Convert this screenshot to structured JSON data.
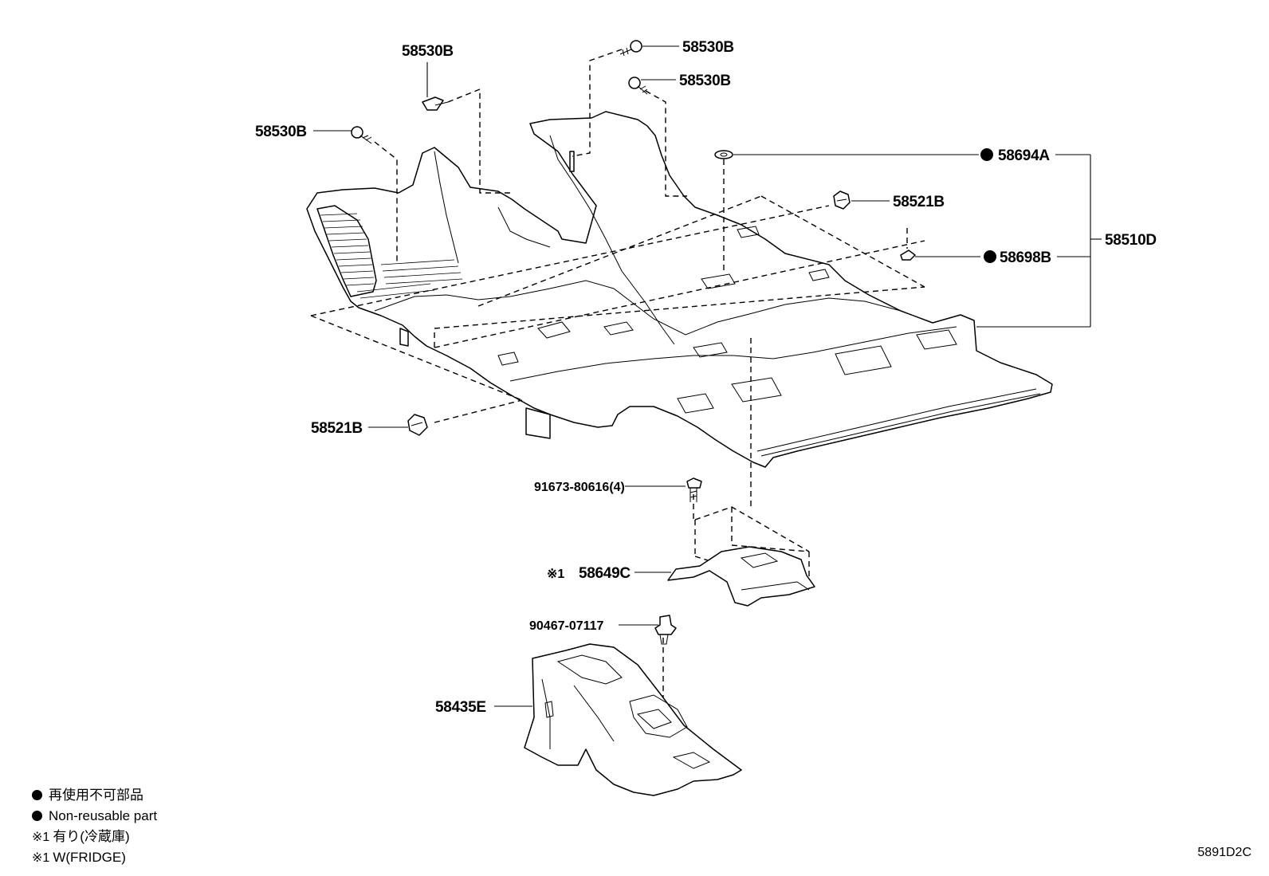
{
  "labels": {
    "c58530b_top": "58530B",
    "c58530b_right1": "58530B",
    "c58530b_right2": "58530B",
    "c58530b_left": "58530B",
    "c58694a": "58694A",
    "c58521b_right": "58521B",
    "c58510d": "58510D",
    "c58698b": "58698B",
    "c58521b_left": "58521B",
    "c91673": "91673-80616(4)",
    "c58649c_mark": "※1",
    "c58649c": "58649C",
    "c90467": "90467-07117",
    "c58435e": "58435E"
  },
  "legend": {
    "jp_nonreusable": "再使用不可部品",
    "en_nonreusable": "Non-reusable part",
    "jp_fridge_mark": "※1",
    "jp_fridge": "有り(冷蔵庫)",
    "en_fridge_mark": "※1",
    "en_fridge": "W(FRIDGE)"
  },
  "diagram_code": "5891D2C",
  "colors": {
    "ink": "#000000",
    "paper": "#ffffff"
  }
}
